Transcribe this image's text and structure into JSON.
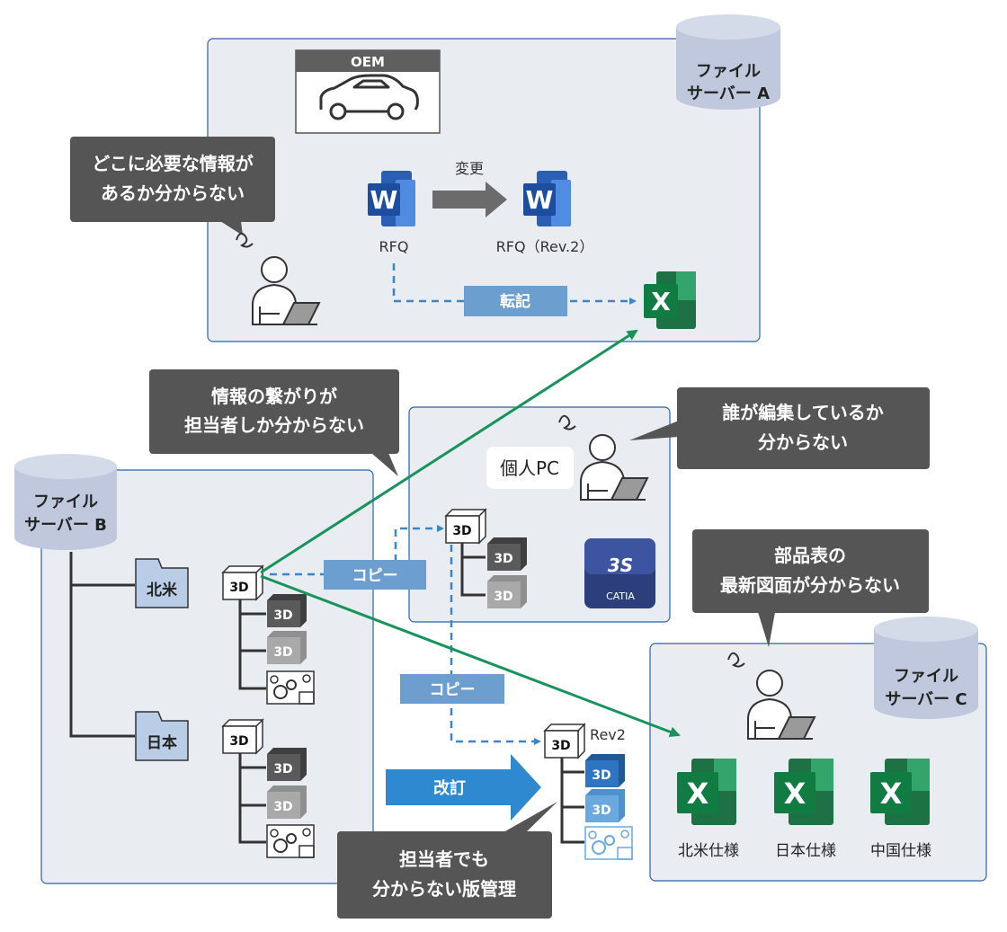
{
  "servers": {
    "a": {
      "line1": "ファイル",
      "line2": "サーバー A"
    },
    "b": {
      "line1": "ファイル",
      "line2": "サーバー B"
    },
    "c": {
      "line1": "ファイル",
      "line2": "サーバー C"
    }
  },
  "oem_label": "OEM",
  "bubbles": {
    "where_info": [
      "どこに必要な情報が",
      "あるか分からない"
    ],
    "relations": [
      "情報の繋がりが",
      "担当者しか分からない"
    ],
    "who_edits": [
      "誰が編集しているか",
      "分からない"
    ],
    "bom": [
      "部品表の",
      "最新図面が分からない"
    ],
    "version": [
      "担当者でも",
      "分からない版管理"
    ]
  },
  "docs": {
    "rfq": "RFQ",
    "rfq_rev2": "RFQ（Rev.2）",
    "change": "変更",
    "transcribe": "転記"
  },
  "personal_pc": "個人PC",
  "folders": {
    "na": "北米",
    "jp": "日本"
  },
  "copy_label": "コピー",
  "revise_label": "改訂",
  "rev2": "Rev2",
  "badge_3d": "3D",
  "catia": "CATIA",
  "excel_letter": "X",
  "word_letter": "W",
  "specs": [
    "北米仕様",
    "日本仕様",
    "中国仕様"
  ],
  "colors": {
    "panel_bg": "#e9ecf1",
    "panel_border": "#2e62a6",
    "bubble": "#555555",
    "arrow_green": "#17935b",
    "dashed_blue": "#3a86c8",
    "label_blue": "#6c9fd0",
    "cylinder": "#bfc8dc"
  }
}
